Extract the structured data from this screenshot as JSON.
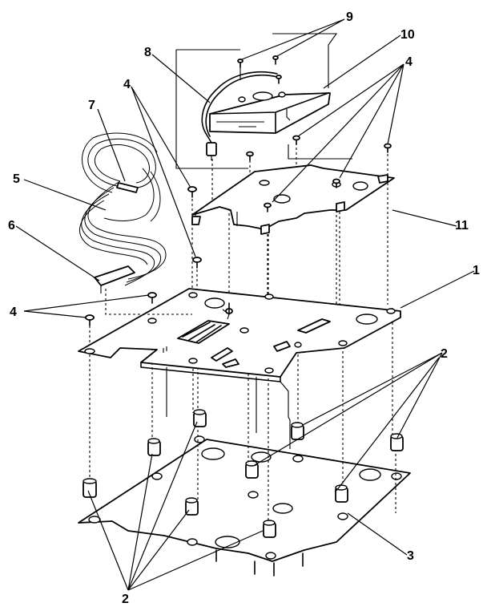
{
  "callouts": {
    "c1": "1",
    "c2a": "2",
    "c2b": "2",
    "c3": "3",
    "c4a": "4",
    "c4b": "4",
    "c4c": "4",
    "c5": "5",
    "c6": "6",
    "c7": "7",
    "c8": "8",
    "c9": "9",
    "c10": "10",
    "c11": "11"
  }
}
